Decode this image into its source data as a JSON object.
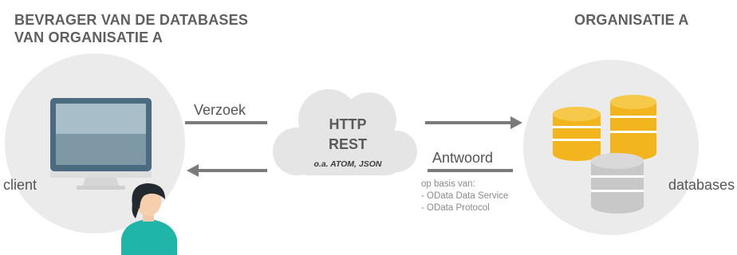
{
  "left_heading": [
    "BEVRAGER VAN DE DATABASES",
    "VAN ORGANISATIE A"
  ],
  "right_heading": "ORGANISATIE A",
  "client_label": "client",
  "databases_label": "databases",
  "request_label": "Verzoek",
  "response_label": "Antwoord",
  "cloud": {
    "line1": "HTTP",
    "line2": "REST",
    "note": "o.a. ATOM, JSON"
  },
  "basis": {
    "intro": "op basis van:",
    "items": [
      "- OData Data Service",
      "- OData Protocol"
    ]
  },
  "colors": {
    "circle": "#ebebeb",
    "arrow": "#7a7a7a",
    "db_gold": "#f2b51d",
    "db_gray": "#c8c8c8",
    "monitor_frame": "#4a6b80",
    "person_teal": "#1fb5a8"
  }
}
